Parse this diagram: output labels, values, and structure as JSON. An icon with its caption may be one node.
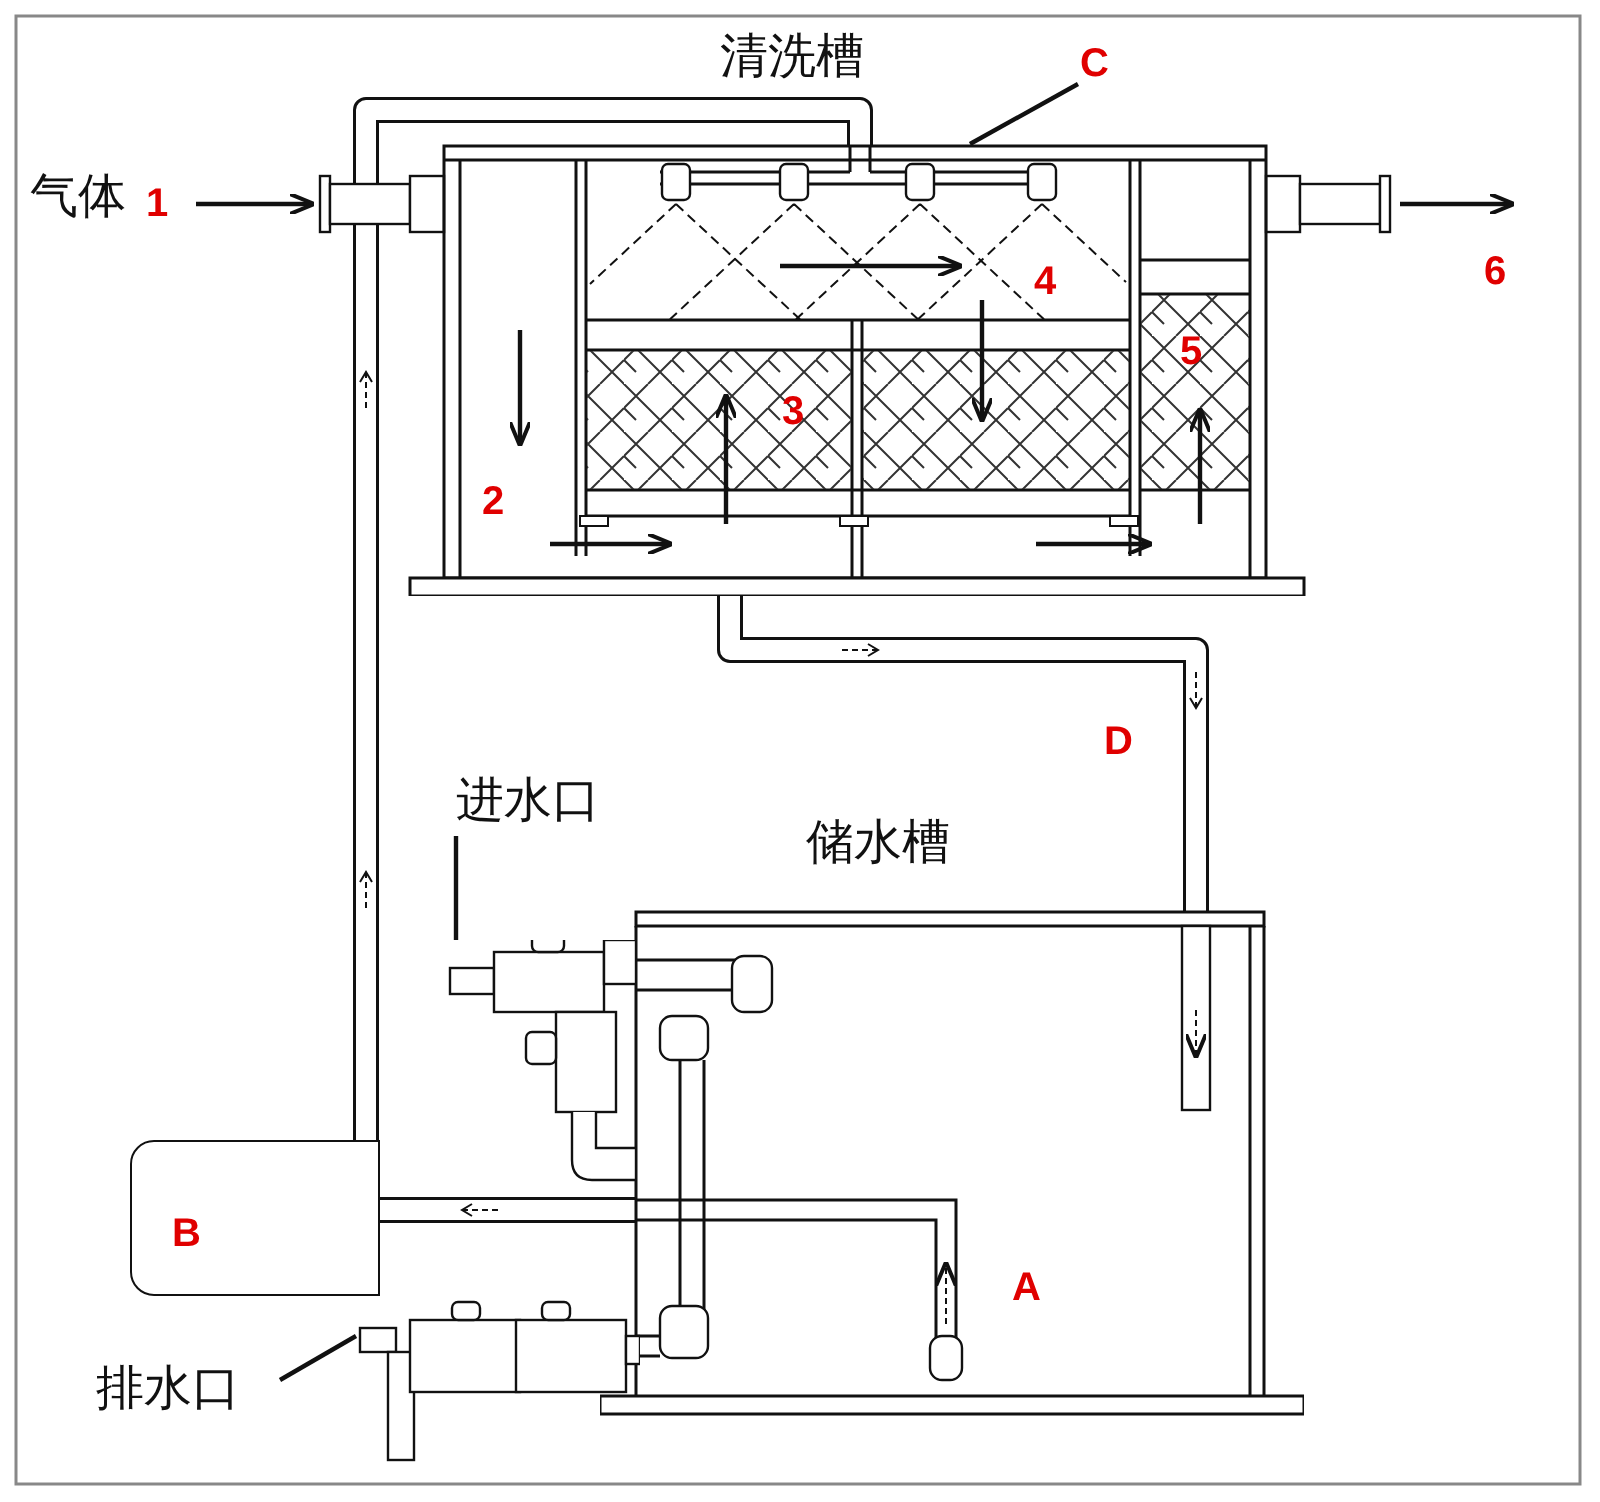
{
  "diagram": {
    "nodes": [
      {
        "text": [
          "清洗槽"
        ]
      },
      {
        "text": [
          "储水槽"
        ]
      },
      {
        "text": [
          "B"
        ]
      },
      {
        "text": [
          "C"
        ]
      },
      {
        "text": [
          "进水口"
        ]
      },
      {
        "text": [],
        "shape": "valve"
      },
      {
        "text": [
          "排水口"
        ]
      },
      {
        "text": [],
        "shape": "valve"
      },
      {
        "text": [
          "气体"
        ],
        "beside": [
          "1"
        ]
      }
    ],
    "edges": [
      {
        "from": 8,
        "to": 0,
        "arrow": "to"
      },
      {
        "from": 0,
        "to": null,
        "arrow": "to"
      },
      {
        "from": 3,
        "to": 0,
        "arrow": "none"
      },
      {
        "from": 2,
        "to": 0,
        "arrow": "to",
        "style": "thick"
      },
      {
        "from": 0,
        "to": 1,
        "arrow": "to",
        "style": "thick"
      },
      {
        "from": 1,
        "to": 2,
        "arrow": "to",
        "style": "thick"
      },
      {
        "from": 4,
        "to": 5,
        "arrow": "none"
      },
      {
        "from": 6,
        "to": 7,
        "arrow": "none"
      }
    ],
    "labels": [
      "4",
      "6",
      "5",
      "3",
      "2",
      "D",
      "A"
    ]
  }
}
